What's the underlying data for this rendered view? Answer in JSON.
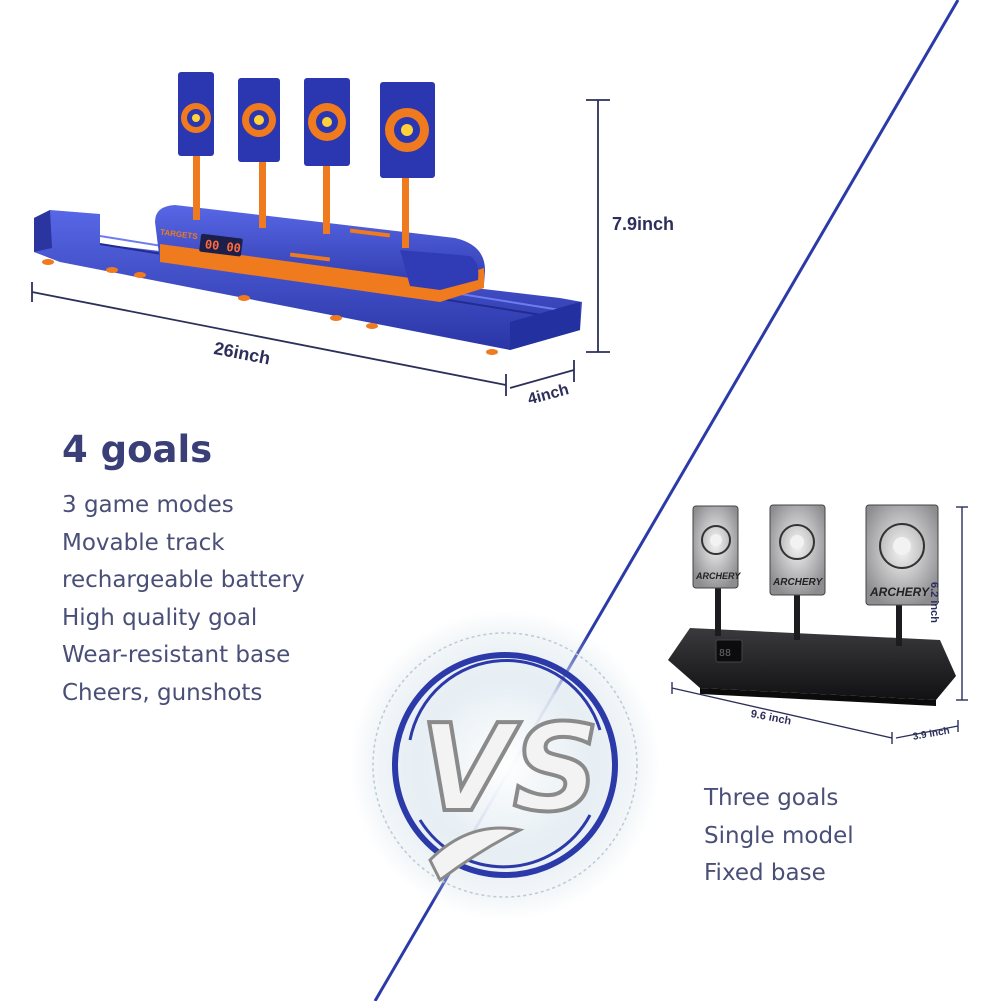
{
  "left_product": {
    "dimensions": {
      "width": "26inch",
      "height": "7.9inch",
      "depth": "4inch"
    },
    "panel_label": "TARGETS",
    "score_display": "00 00",
    "title": "4 goals",
    "features": [
      "3 game modes",
      "Movable track",
      "rechargeable battery",
      "High quality goal",
      "Wear-resistant base",
      "Cheers, gunshots"
    ]
  },
  "vs_label": "VS",
  "right_product": {
    "dimensions": {
      "width": "9.6 inch",
      "height": "6.2 inch",
      "depth": "3.9 inch"
    },
    "target_label": "ARCHERY",
    "features": [
      "Three goals",
      "Single model",
      "Fixed base"
    ]
  },
  "colors": {
    "divider": "#2b3aa8",
    "product_blue": "#3a49c9",
    "product_orange": "#f07a1e",
    "dark_base": "#1b1b1d",
    "text": "#4a4f78",
    "title": "#3a3f78"
  }
}
